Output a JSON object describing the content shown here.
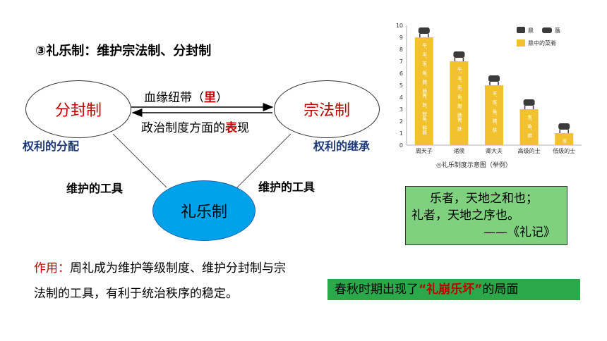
{
  "title": "③礼乐制：维护宗法制、分封制",
  "nodes": {
    "fenfeng": "分封制",
    "zongfa": "宗法制",
    "liyue": "礼乐制"
  },
  "edges": {
    "top_pre": "血缘纽带（",
    "top_red": "里",
    "top_post": "）",
    "bottom_pre": "政治制度方面的",
    "bottom_red": "表",
    "bottom_post": "现",
    "left_tool": "维护的工具",
    "right_tool": "维护的工具"
  },
  "labels": {
    "left": "权利的分配",
    "right": "权利的继承"
  },
  "effect": {
    "prefix": "作用：",
    "line1": "周礼成为维护等级制度、维护分封制与宗",
    "line2": "法制的工具，有利于统治秩序的稳定。"
  },
  "quote": {
    "line1": "乐者，天地之和也；",
    "line2": "礼者，天地之序也。",
    "source": "——《礼记》"
  },
  "banner": {
    "pre": "春秋时期出现了",
    "red": "“礼崩乐坏”",
    "post": "的局面"
  },
  "colors": {
    "red": "#c00000",
    "navy": "#1f3a7a",
    "ellipse_fill": "#00a3ea",
    "quote_bg": "#7fd07f",
    "banner_bg": "#2ba84a",
    "bar": "#f2c12e"
  },
  "chart_data": {
    "type": "bar",
    "categories": [
      "周天子",
      "诸侯",
      "卿大夫",
      "高级的士",
      "低级的士"
    ],
    "series": [
      {
        "name": "鼎中的菜肴",
        "values": [
          9,
          7,
          5,
          3,
          1
        ]
      }
    ],
    "bar_texts": [
      "牛、羊、豕、鱼、腊、肠胃、肤、鲜鱼、鲜腊",
      "牛、羊、豕、鱼、腊、肠胃、肤",
      "羊、豕、鱼、腊、肤",
      "豕、鱼、腊",
      "豕"
    ],
    "yticks": [
      0,
      1,
      2,
      3,
      4,
      5,
      6,
      7,
      8,
      9,
      10
    ],
    "ylim": [
      0,
      10
    ],
    "legend": [
      "鼎",
      "簋",
      "鼎中的菜肴"
    ],
    "caption": "◎礼乐制度示意图（举例）"
  }
}
